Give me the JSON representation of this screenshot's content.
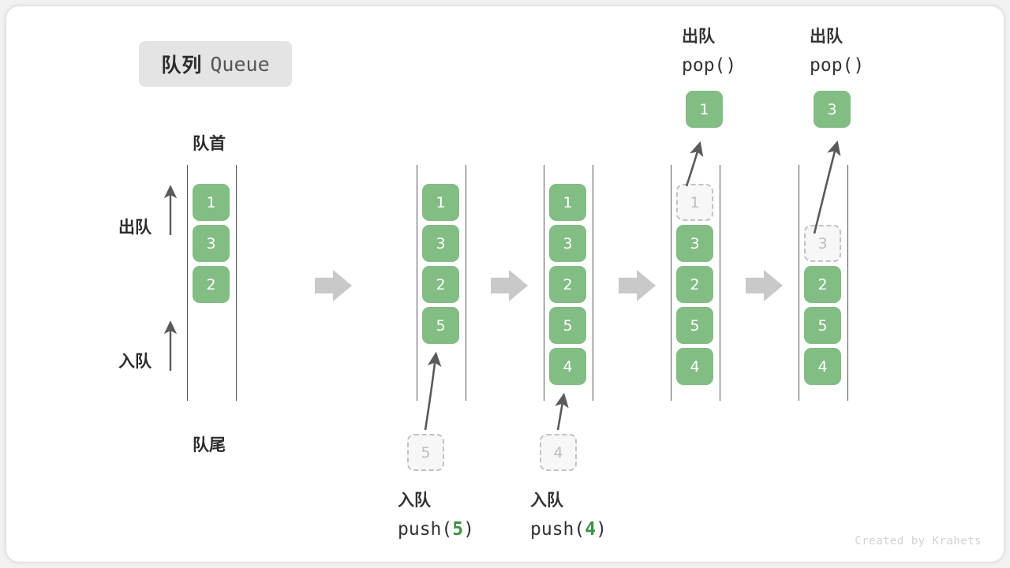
{
  "diagram": {
    "title_cn": "队列",
    "title_en": "Queue",
    "credit": "Created by Krahets",
    "colors": {
      "cell_fill": "#82bd83",
      "cell_text": "#ffffff",
      "ghost_fill": "#f7f7f7",
      "ghost_border": "#c2c2c2",
      "ghost_text": "#bdbdbd",
      "rail": "#555555",
      "arrow_gray": "#5a5a5a",
      "block_arrow": "#c9c9c9",
      "chip_bg": "#e4e4e4",
      "accent_green": "#3f8f47",
      "text": "#2b2b2b",
      "credit": "#d2d2d2"
    },
    "labels": {
      "front": "队首",
      "back": "队尾",
      "dequeue_side": "出队",
      "enqueue_side": "入队"
    },
    "stages": [
      {
        "id": "initial",
        "cells": [
          {
            "value": "1",
            "state": "filled"
          },
          {
            "value": "3",
            "state": "filled"
          },
          {
            "value": "2",
            "state": "filled"
          }
        ],
        "caption_cn": "",
        "caption_code": "",
        "caption_value": ""
      },
      {
        "id": "push-5",
        "cells": [
          {
            "value": "1",
            "state": "filled"
          },
          {
            "value": "3",
            "state": "filled"
          },
          {
            "value": "2",
            "state": "filled"
          },
          {
            "value": "5",
            "state": "filled"
          }
        ],
        "incoming": {
          "value": "5",
          "state": "ghost"
        },
        "caption_cn": "入队",
        "caption_code_prefix": "push(",
        "caption_value": "5",
        "caption_code_suffix": ")"
      },
      {
        "id": "push-4",
        "cells": [
          {
            "value": "1",
            "state": "filled"
          },
          {
            "value": "3",
            "state": "filled"
          },
          {
            "value": "2",
            "state": "filled"
          },
          {
            "value": "5",
            "state": "filled"
          },
          {
            "value": "4",
            "state": "filled"
          }
        ],
        "incoming": {
          "value": "4",
          "state": "ghost"
        },
        "caption_cn": "入队",
        "caption_code_prefix": "push(",
        "caption_value": "4",
        "caption_code_suffix": ")"
      },
      {
        "id": "pop-1",
        "cells": [
          {
            "value": "1",
            "state": "ghost"
          },
          {
            "value": "3",
            "state": "filled"
          },
          {
            "value": "2",
            "state": "filled"
          },
          {
            "value": "5",
            "state": "filled"
          },
          {
            "value": "4",
            "state": "filled"
          }
        ],
        "outgoing": {
          "value": "1",
          "state": "filled"
        },
        "header_cn": "出队",
        "header_code": "pop()"
      },
      {
        "id": "pop-3",
        "cells": [
          {
            "value": "",
            "state": "empty"
          },
          {
            "value": "3",
            "state": "ghost"
          },
          {
            "value": "2",
            "state": "filled"
          },
          {
            "value": "5",
            "state": "filled"
          },
          {
            "value": "4",
            "state": "filled"
          }
        ],
        "outgoing": {
          "value": "3",
          "state": "filled"
        },
        "header_cn": "出队",
        "header_code": "pop()"
      }
    ]
  }
}
